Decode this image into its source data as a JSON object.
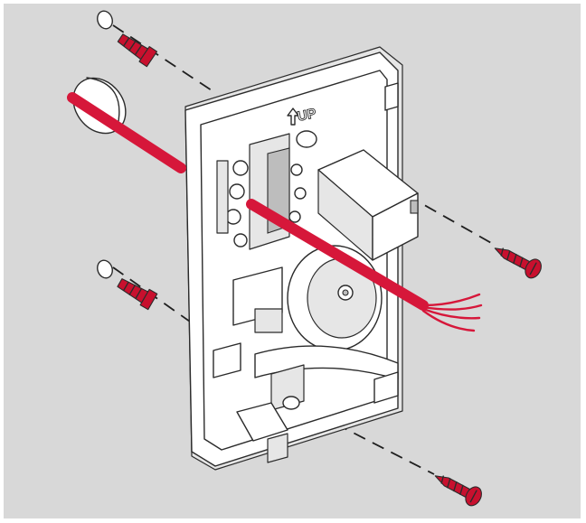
{
  "diagram": {
    "colors": {
      "background": "#ffffff",
      "panel": "#d8d8d8",
      "wire": "#d6173a",
      "anchor": "#c8102e",
      "screw": "#c8102e",
      "outline": "#2b2b2b"
    },
    "embossed_text": {
      "up_label": "UP"
    },
    "parts": [
      "wallplate",
      "wall-anchor",
      "mounting-screw",
      "wire-bundle",
      "wall-opening-plug"
    ]
  }
}
